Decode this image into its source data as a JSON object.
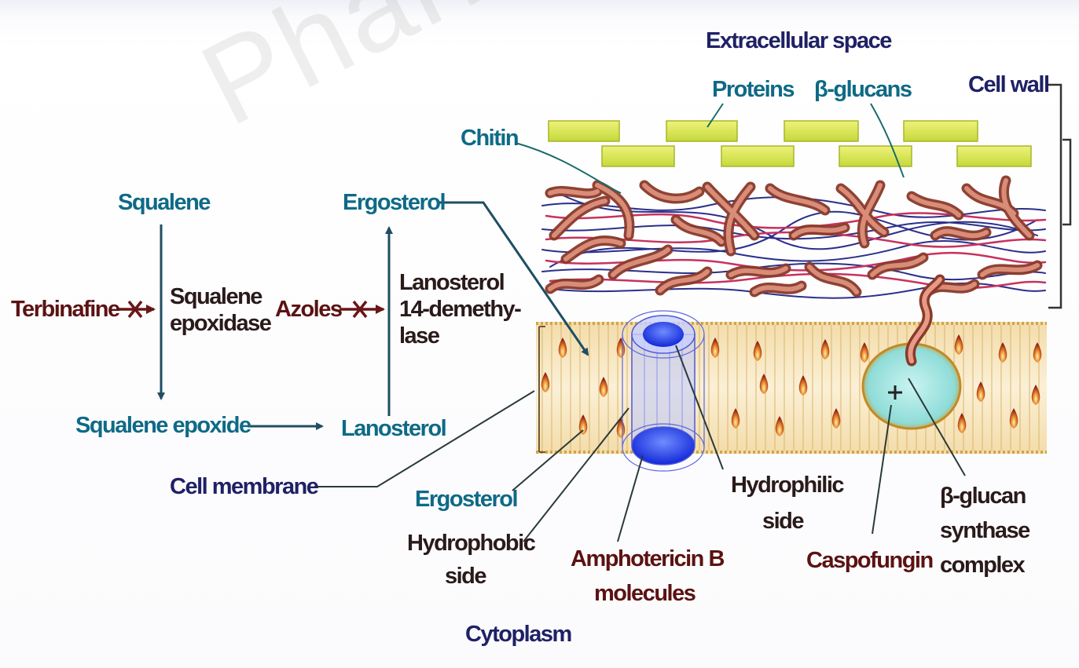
{
  "watermark": "Pharmd",
  "labels": {
    "extracellular_space": "Extracellular space",
    "proteins": "Proteins",
    "beta_glucans": "β-glucans",
    "cell_wall": "Cell wall",
    "chitin": "Chitin",
    "squalene": "Squalene",
    "ergosterol_top": "Ergosterol",
    "terbinafine": "Terbinafine",
    "squalene_epoxidase_1": "Squalene",
    "squalene_epoxidase_2": "epoxidase",
    "azoles": "Azoles",
    "lanosterol_demethylase_1": "Lanosterol",
    "lanosterol_demethylase_2": "14-demethy-",
    "lanosterol_demethylase_3": "lase",
    "squalene_epoxide": "Squalene epoxide",
    "lanosterol": "Lanosterol",
    "cell_membrane": "Cell membrane",
    "ergosterol_bottom": "Ergosterol",
    "hydrophobic_1": "Hydrophobic",
    "hydrophobic_2": "side",
    "amphotericin_1": "Amphotericin B",
    "amphotericin_2": "molecules",
    "hydrophilic_1": "Hydrophilic",
    "hydrophilic_2": "side",
    "caspofungin": "Caspofungin",
    "beta_glucan_synthase_1": "β-glucan",
    "beta_glucan_synthase_2": "synthase",
    "beta_glucan_synthase_3": "complex",
    "cytoplasm": "Cytoplasm"
  },
  "colors": {
    "teal_label": "#0e6a86",
    "navy_label": "#1f2166",
    "maroon_label": "#5c1212",
    "pathway_arrow": "#1f4e63",
    "protein_block": "#d8e84a",
    "chitin_fiber": "#c46a55",
    "membrane": "#f6e3b8",
    "channel": "#1e3cf0",
    "synthase": "#9fe3e0"
  }
}
